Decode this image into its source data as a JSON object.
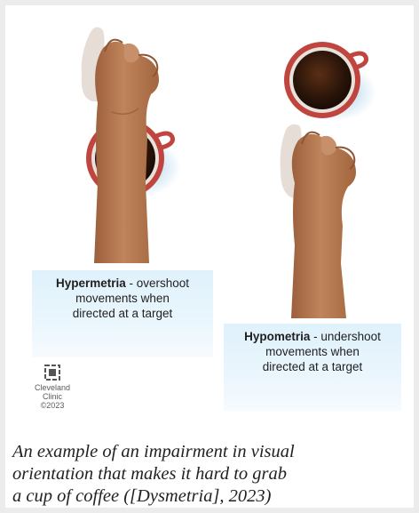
{
  "hypermetria": {
    "term": "Hypermetria",
    "rest_line1": " - overshoot",
    "rest_line2": "movements when",
    "rest_line3": "directed at a target"
  },
  "hypometria": {
    "term": "Hypometria",
    "rest_line1": " - undershoot",
    "rest_line2": "movements when",
    "rest_line3": "directed at a target"
  },
  "logo": {
    "line1": "Cleveland",
    "line2": "Clinic",
    "line3": "©2023"
  },
  "caption": "An example of an impairment in visual\norientation that makes it hard to grab\na cup of coffee ([Dysmetria], 2023)",
  "colors": {
    "skin": "#b5764e",
    "cup": "#c0453f",
    "coffee": "#2a1409",
    "label_bg": "#e3f3fc"
  }
}
